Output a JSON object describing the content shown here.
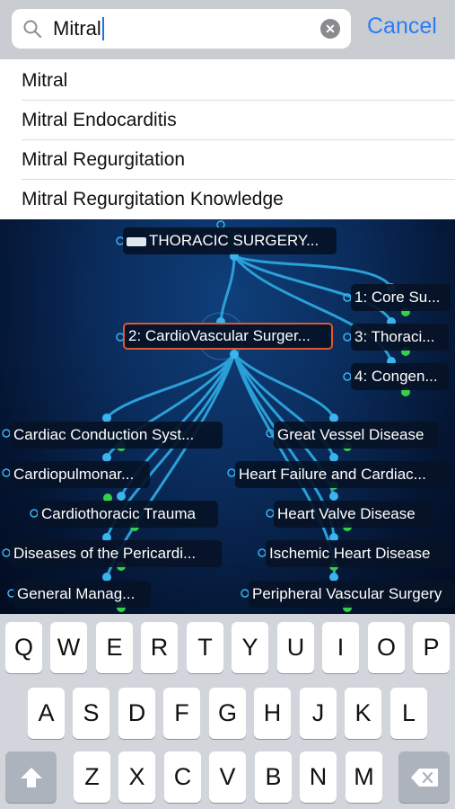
{
  "search": {
    "query": "Mitral",
    "cancel_label": "Cancel"
  },
  "suggestions": [
    "Mitral",
    "Mitral  Endocarditis",
    "Mitral Regurgitation",
    "Mitral Regurgitation Knowledge"
  ],
  "mindmap": {
    "root": "THORACIC SURGERY...",
    "children": [
      "1: Core Su...",
      "2: CardioVascular Surger...",
      "3: Thoraci...",
      "4: Congen..."
    ],
    "left_branches": [
      "Cardiac Conduction Syst...",
      "Cardiopulmonar...",
      "Cardiothoracic Trauma",
      "Diseases of the Pericardi...",
      "General Manag..."
    ],
    "right_branches": [
      "Great Vessel Disease",
      "Heart Failure and Cardiac...",
      "Heart Valve Disease",
      "Ischemic Heart Disease",
      "Peripheral Vascular Surgery"
    ]
  },
  "keyboard": {
    "row1": [
      "Q",
      "W",
      "E",
      "R",
      "T",
      "Y",
      "U",
      "I",
      "O",
      "P"
    ],
    "row2": [
      "A",
      "S",
      "D",
      "F",
      "G",
      "H",
      "J",
      "K",
      "L"
    ],
    "row3": [
      "Z",
      "X",
      "C",
      "V",
      "B",
      "N",
      "M"
    ]
  }
}
